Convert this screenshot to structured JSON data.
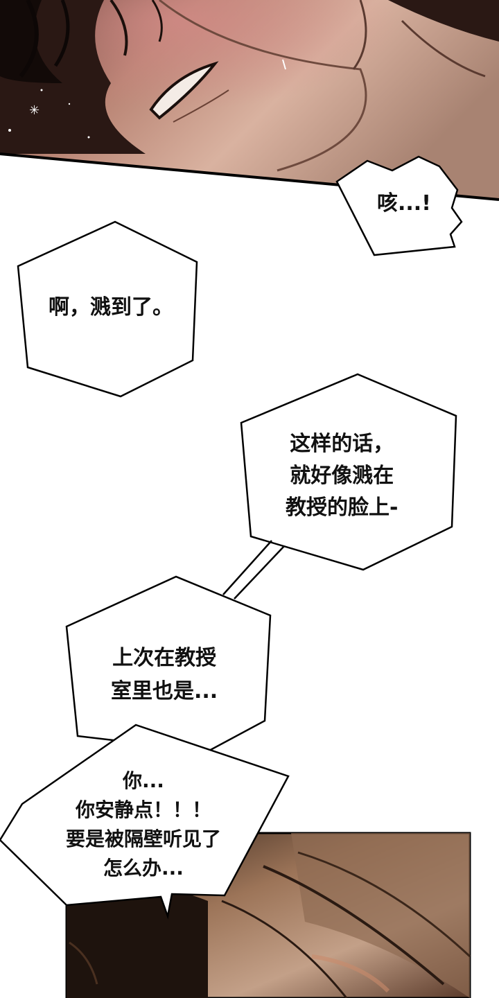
{
  "bubbles": [
    {
      "id": "cough",
      "lines": [
        "咳...!"
      ]
    },
    {
      "id": "splash",
      "lines": [
        "啊，溅到了。"
      ]
    },
    {
      "id": "professor-face",
      "lines": [
        "这样的话，",
        "就好像溅在",
        "教授的脸上-"
      ]
    },
    {
      "id": "office",
      "lines": [
        "上次在教授",
        "室里也是..."
      ]
    },
    {
      "id": "quiet",
      "lines": [
        "你...",
        "你安静点！！！",
        "要是被隔壁听见了",
        "怎么办..."
      ]
    }
  ],
  "colors": {
    "paper": "#ffffff",
    "ink": "#111111",
    "top-panel-dark": "#2a1814",
    "top-panel-skin": "#c89a86",
    "bottom-panel-dark": "#2b1c14",
    "bottom-panel-light": "#b8937a"
  }
}
